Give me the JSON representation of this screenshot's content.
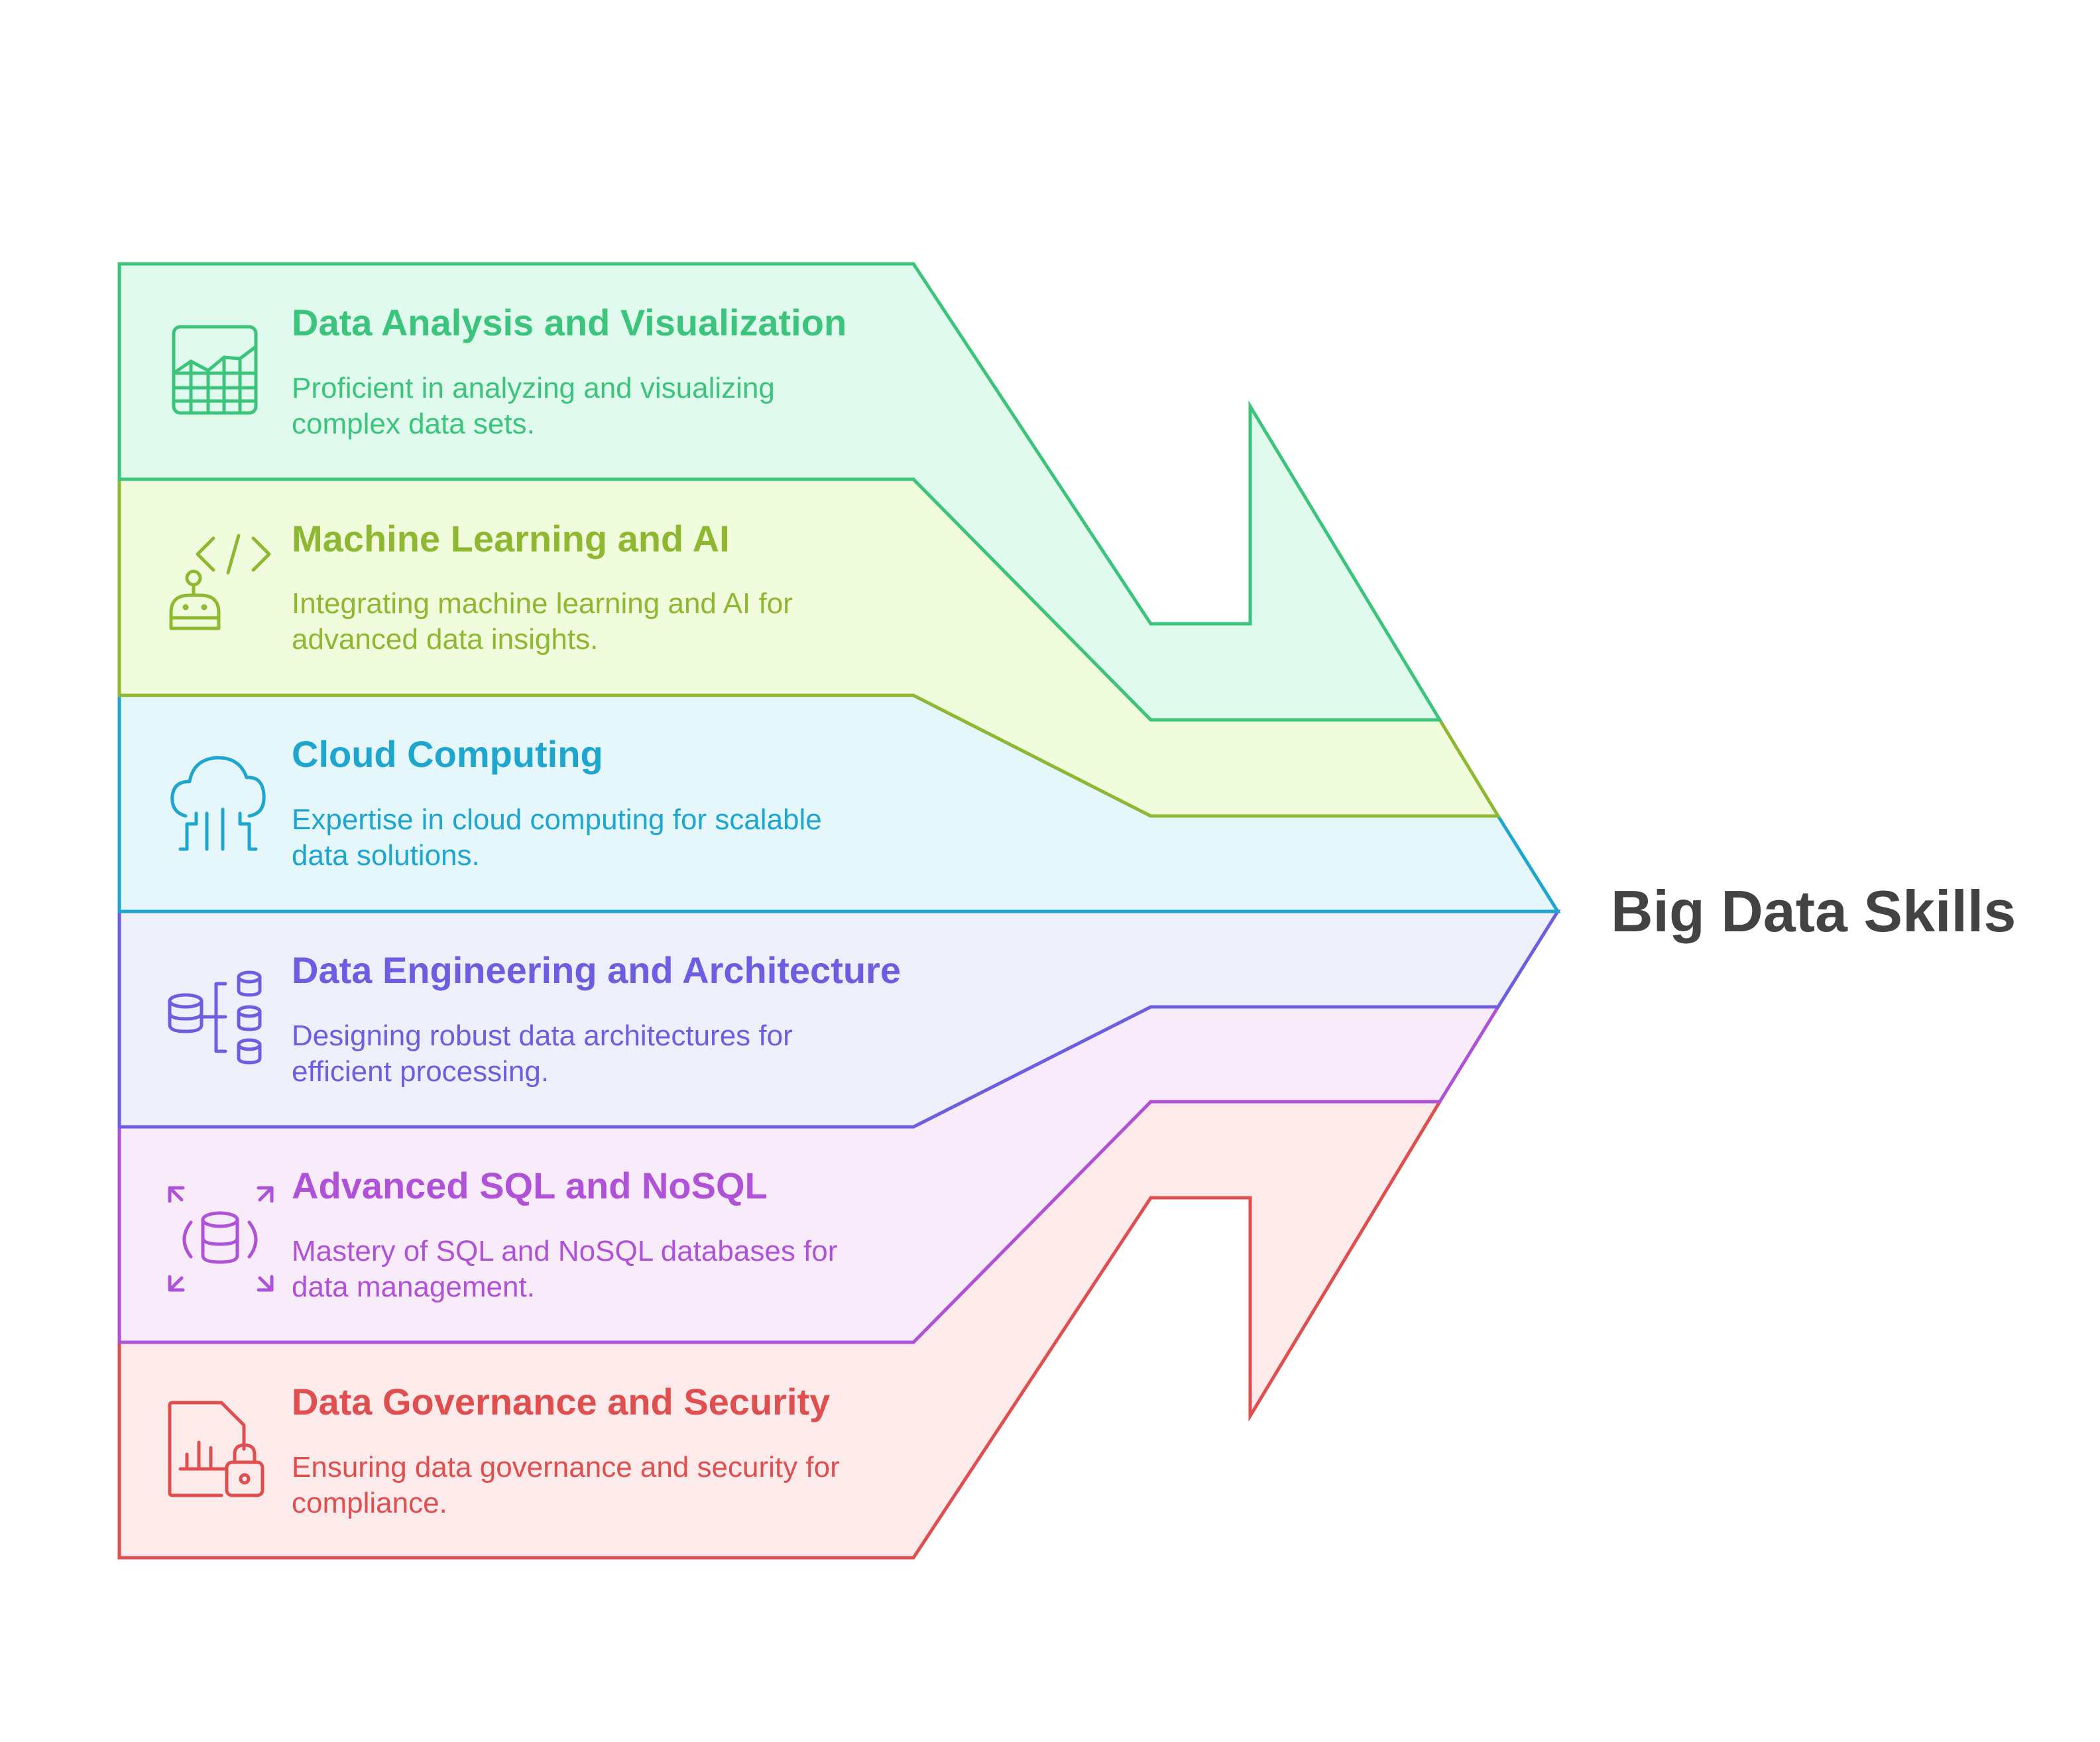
{
  "diagram": {
    "center_label": "Big Data Skills",
    "bands": [
      {
        "title": "Data Analysis and Visualization",
        "description_lines": [
          "Proficient in analyzing and visualizing",
          "complex data sets."
        ],
        "icon": "chart-grid-icon",
        "stroke": "#3cc47c",
        "fill": "#e0fbee"
      },
      {
        "title": "Machine Learning and AI",
        "description_lines": [
          "Integrating machine learning and AI for",
          "advanced data insights."
        ],
        "icon": "robot-code-icon",
        "stroke": "#8fb832",
        "fill": "#f1fcdc"
      },
      {
        "title": "Cloud Computing",
        "description_lines": [
          "Expertise in cloud computing for scalable",
          "data solutions."
        ],
        "icon": "cloud-circuit-icon",
        "stroke": "#1ea6cf",
        "fill": "#e5f7fb"
      },
      {
        "title": "Data Engineering and Architecture",
        "description_lines": [
          "Designing robust data architectures for",
          "efficient processing."
        ],
        "icon": "database-tree-icon",
        "stroke": "#6b5ee0",
        "fill": "#efeefb"
      },
      {
        "title": "Advanced SQL and NoSQL",
        "description_lines": [
          "Mastery of SQL and NoSQL databases for",
          "data management."
        ],
        "icon": "database-expand-icon",
        "stroke": "#b052d8",
        "fill": "#f8ecfb"
      },
      {
        "title": "Data Governance and Security",
        "description_lines": [
          "Ensuring data governance and security for",
          "compliance."
        ],
        "icon": "report-lock-icon",
        "stroke": "#df4f4f",
        "fill": "#fdeaea"
      }
    ]
  }
}
